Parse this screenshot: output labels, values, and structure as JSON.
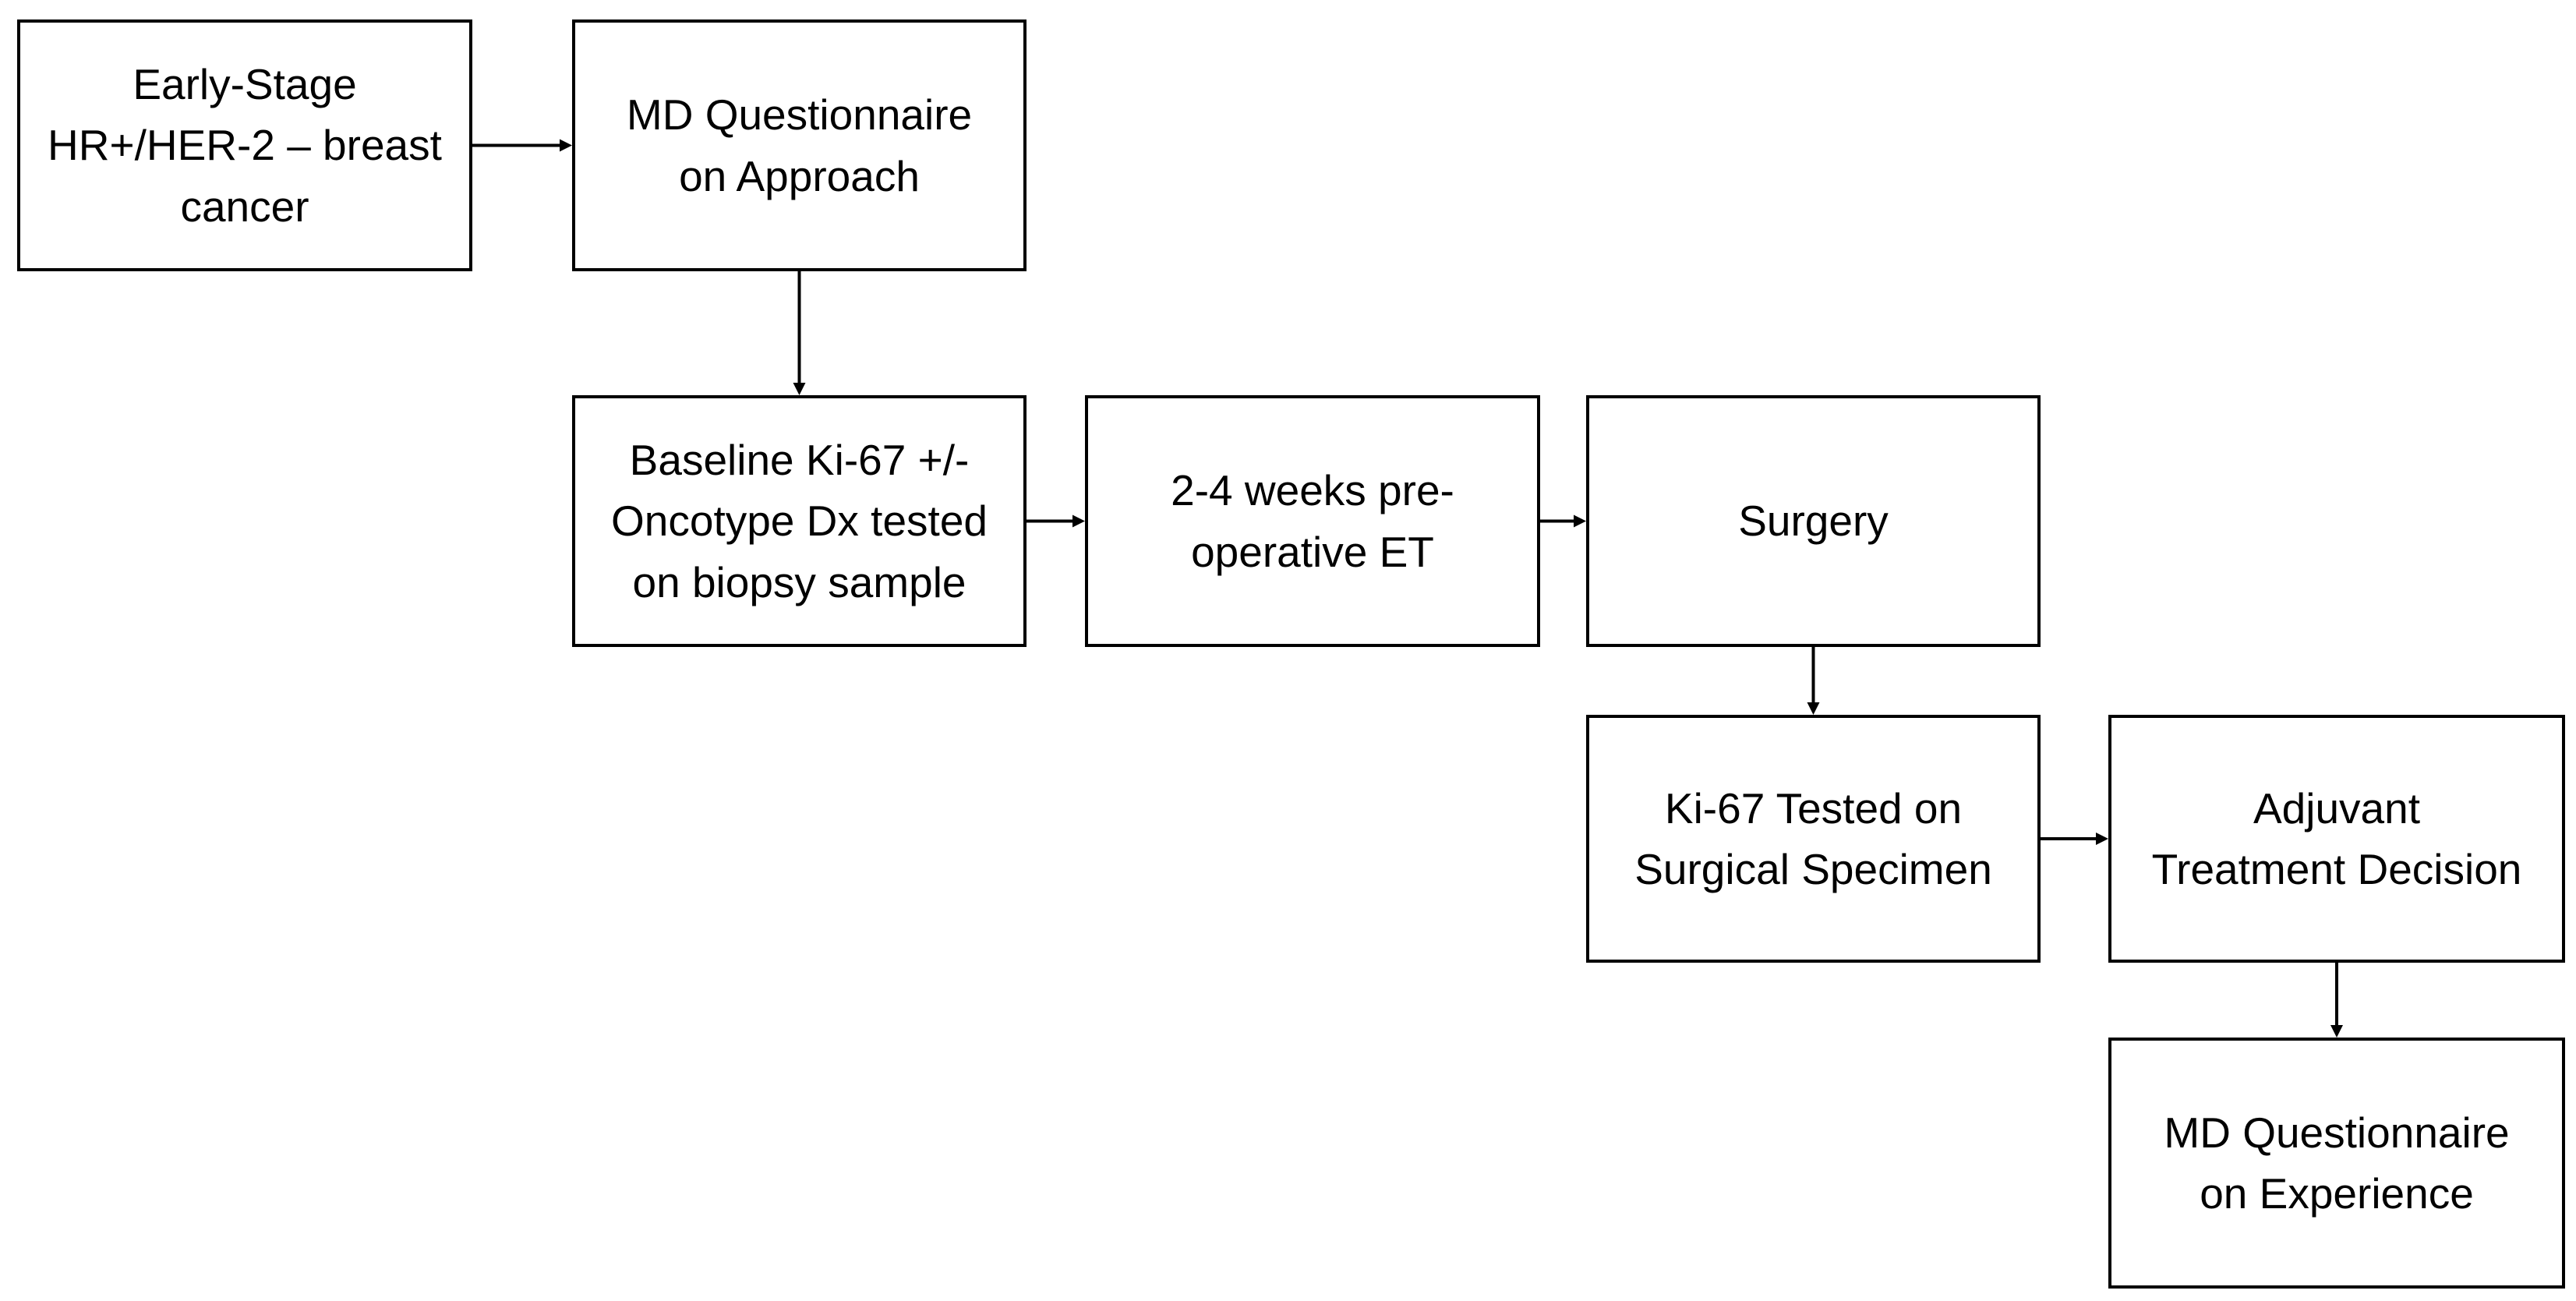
{
  "diagram": {
    "nodes": [
      {
        "id": "early-stage",
        "text": "Early-Stage\nHR+/HER-2 – breast\ncancer"
      },
      {
        "id": "md-questionnaire-approach",
        "text": "MD Questionnaire\non Approach"
      },
      {
        "id": "baseline-ki67",
        "text": "Baseline Ki-67 +/-\nOncotype Dx tested\non biopsy sample"
      },
      {
        "id": "preoperative-et",
        "text": "2-4 weeks pre-\noperative ET"
      },
      {
        "id": "surgery",
        "text": "Surgery"
      },
      {
        "id": "ki67-surgical",
        "text": "Ki-67 Tested on\nSurgical Specimen"
      },
      {
        "id": "adjuvant-decision",
        "text": "Adjuvant\nTreatment Decision"
      },
      {
        "id": "md-questionnaire-experience",
        "text": "MD Questionnaire\non Experience"
      }
    ],
    "edges": [
      {
        "from": "early-stage",
        "to": "md-questionnaire-approach"
      },
      {
        "from": "md-questionnaire-approach",
        "to": "baseline-ki67"
      },
      {
        "from": "baseline-ki67",
        "to": "preoperative-et"
      },
      {
        "from": "preoperative-et",
        "to": "surgery"
      },
      {
        "from": "surgery",
        "to": "ki67-surgical"
      },
      {
        "from": "ki67-surgical",
        "to": "adjuvant-decision"
      },
      {
        "from": "adjuvant-decision",
        "to": "md-questionnaire-experience"
      }
    ]
  }
}
